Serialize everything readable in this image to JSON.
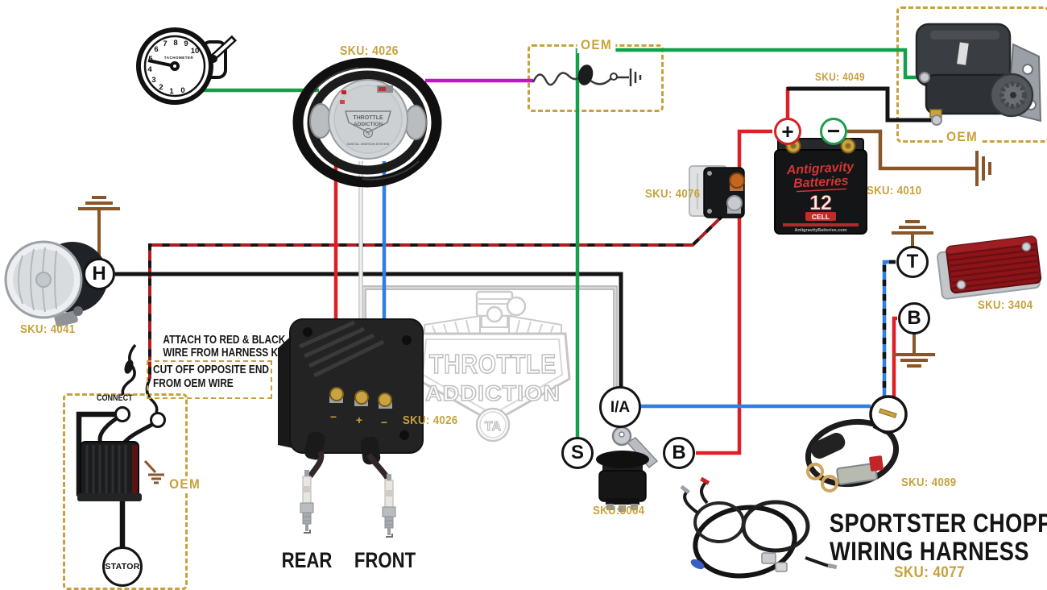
{
  "colors": {
    "gold": "#c7a23c",
    "red": "#df1f26",
    "dark_red_pair": "#b01b1f",
    "green": "#12a14b",
    "blue": "#2f7fe0",
    "purple": "#bf18c1",
    "brown": "#8a5527",
    "black": "#141414",
    "white_wire": "#e6e6e6",
    "gray_wire": "#cbcbcb"
  },
  "labels": {
    "oem": "OEM"
  },
  "tachometer": {
    "name": "TACHOMETER",
    "scale": [
      "0",
      "1",
      "2",
      "3",
      "4",
      "5",
      "6",
      "7",
      "8",
      "9",
      "10"
    ]
  },
  "module": {
    "sku": "SKU: 4026",
    "brand1": "THROTTLE",
    "brand2": "ADDICTION",
    "sub": "DIGITAL IGNITION SYSTEM",
    "monogram": "TA"
  },
  "starter": {
    "cable_sku": "SKU: 4049"
  },
  "battery": {
    "sku": "SKU: 4010",
    "brand1": "Antigravity",
    "brand2": "Batteries",
    "num": "12",
    "cell": "CELL",
    "url": "AntigravityBatteries.com"
  },
  "breaker": {
    "sku": "SKU: 4076"
  },
  "headlight": {
    "sku": "SKU: 4041"
  },
  "coil": {
    "sku": "SKU: 4026",
    "t1": "−",
    "t2": "+",
    "t3": "−"
  },
  "plugs": {
    "rear": "REAR",
    "front": "FRONT"
  },
  "ignition_switch": {
    "sku": "SKU:3064"
  },
  "taillight": {
    "sku": "SKU: 3404"
  },
  "brake_switch": {
    "sku": "SKU: 4089"
  },
  "regulator_box": {
    "connect": "CONNECT",
    "stator": "STATOR"
  },
  "notes": {
    "attach1": "ATTACH TO RED & BLACK",
    "attach2": "WIRE FROM HARNESS KIT",
    "cut1": "CUT OFF OPPOSITE END",
    "cut2": "FROM OEM WIRE"
  },
  "title": {
    "line1": "SPORTSTER CHOPPER",
    "line2": "WIRING HARNESS",
    "sku": "SKU: 4077"
  },
  "watermark": {
    "w1": "THROTTLE",
    "w2": "ADDICTION",
    "mono": "TA"
  },
  "nodes": {
    "h": "H",
    "t": "T",
    "b_tail": "B",
    "s": "S",
    "b_switch": "B",
    "ia": "I/A",
    "plus": "+",
    "minus": "−"
  }
}
